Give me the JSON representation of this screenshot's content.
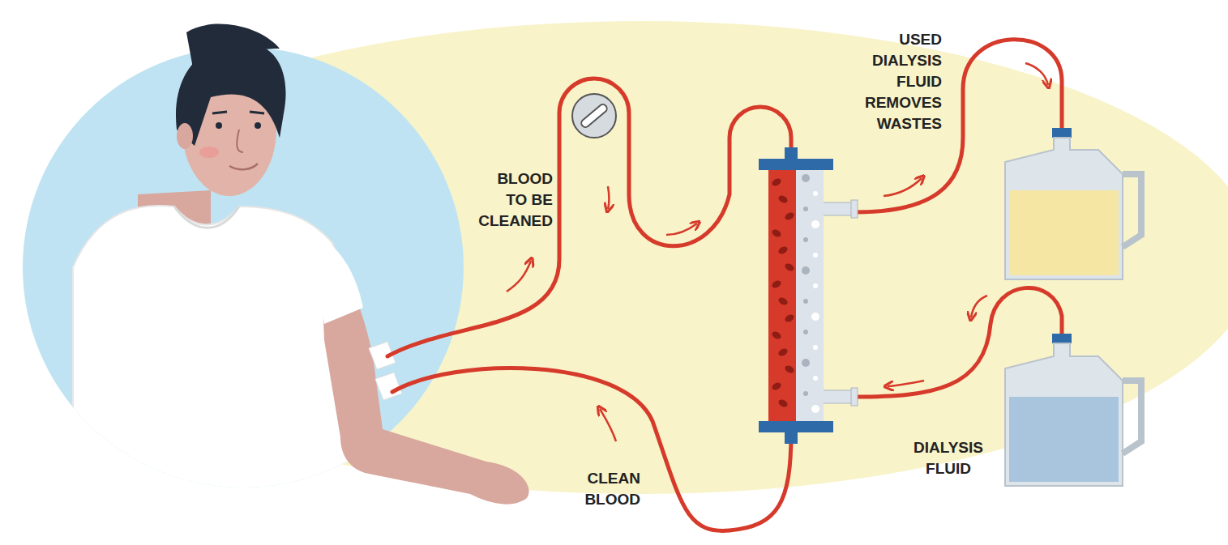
{
  "diagram": {
    "labels": [
      "BLOOD TO BE CLEANED",
      "USED DIALYSIS FLUID REMOVES WASTES",
      "DIALYSIS FLUID",
      "CLEAN BLOOD"
    ]
  }
}
